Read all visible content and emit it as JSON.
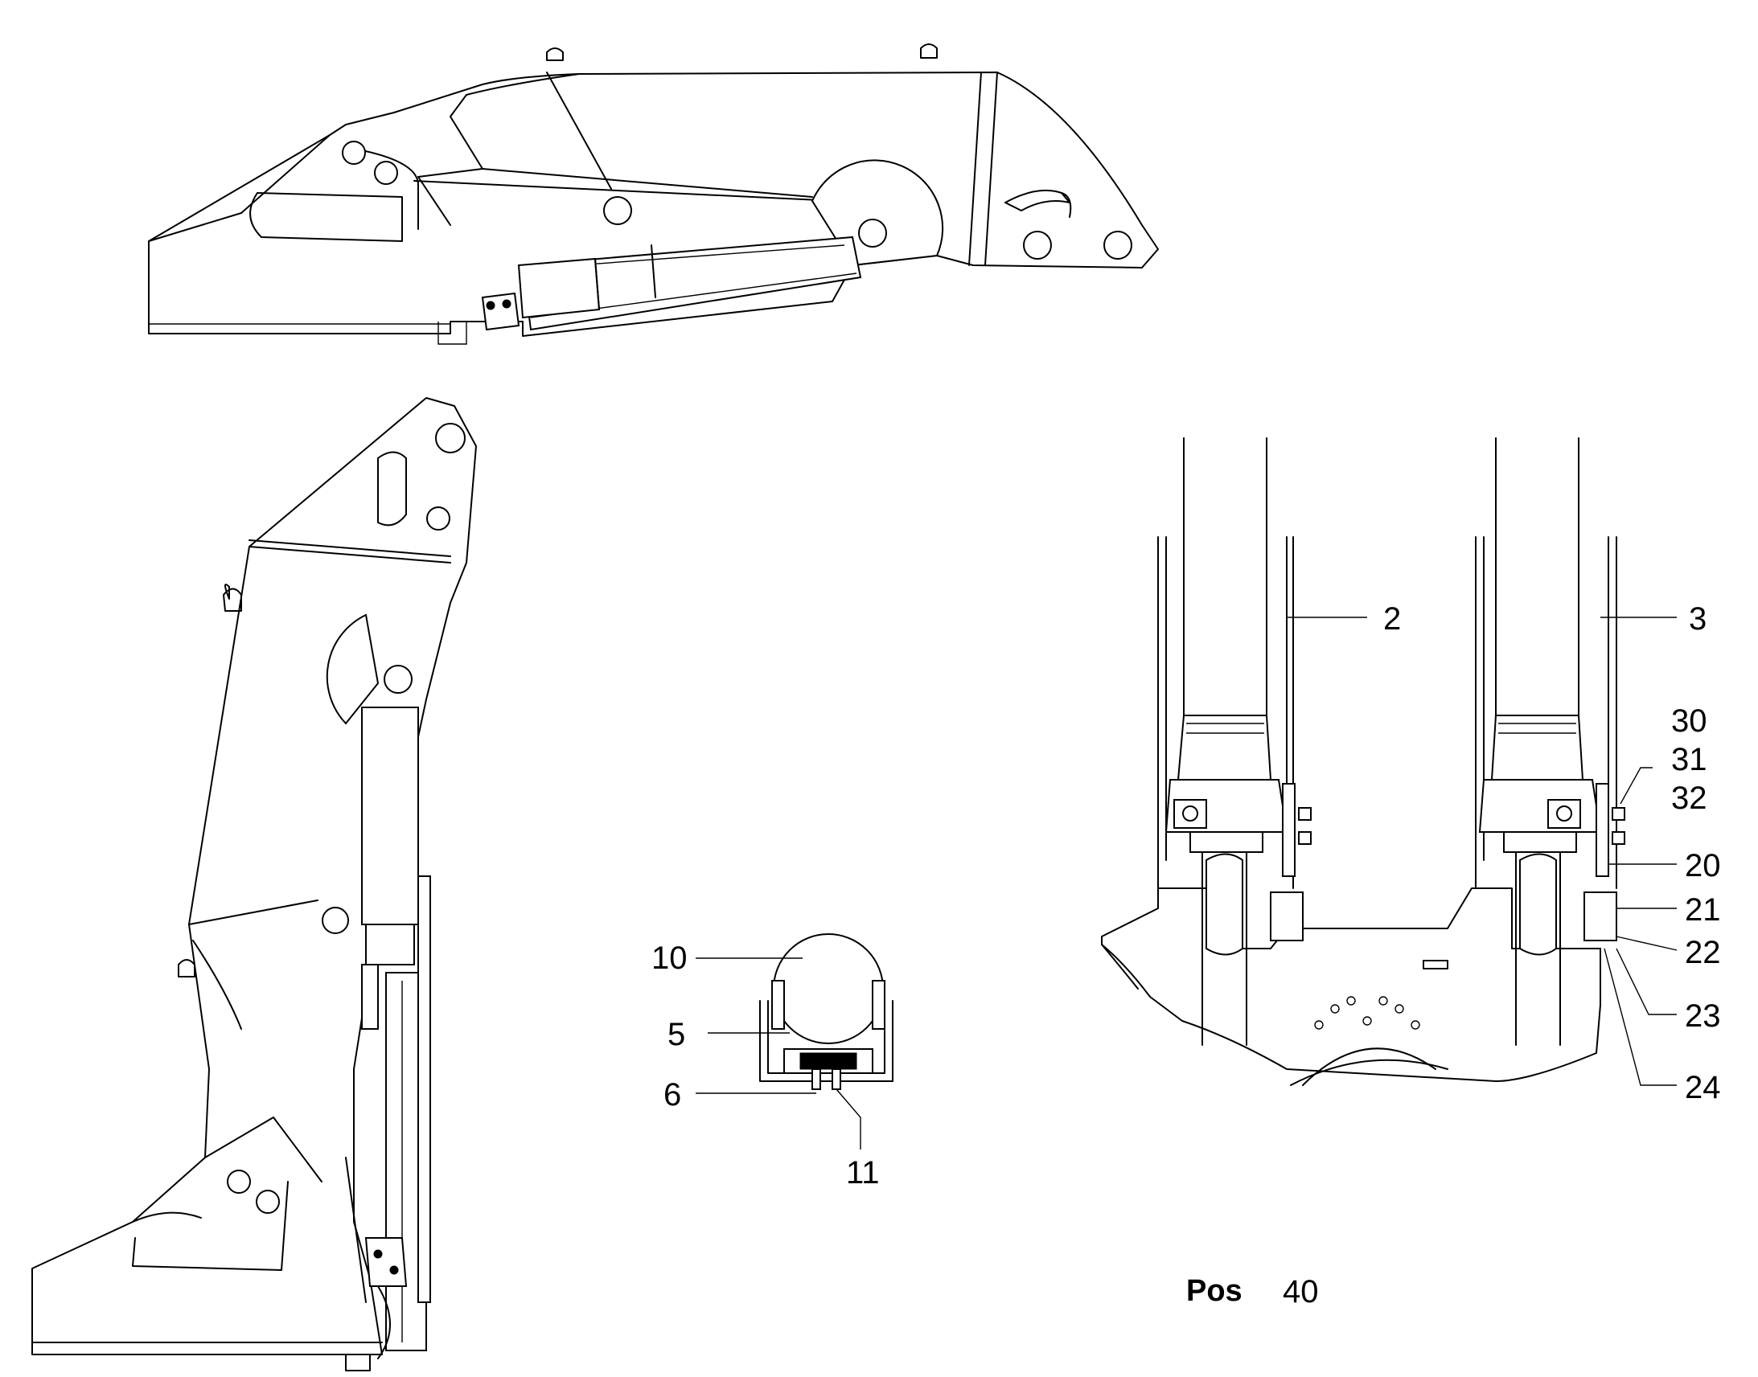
{
  "labels": {
    "l2": "2",
    "l3": "3",
    "l5": "5",
    "l6": "6",
    "l10": "10",
    "l11": "11",
    "l20": "20",
    "l21": "21",
    "l22": "22",
    "l23": "23",
    "l24": "24",
    "l30": "30",
    "l31": "31",
    "l32": "32"
  },
  "position": {
    "word": "Pos",
    "number": "40"
  }
}
